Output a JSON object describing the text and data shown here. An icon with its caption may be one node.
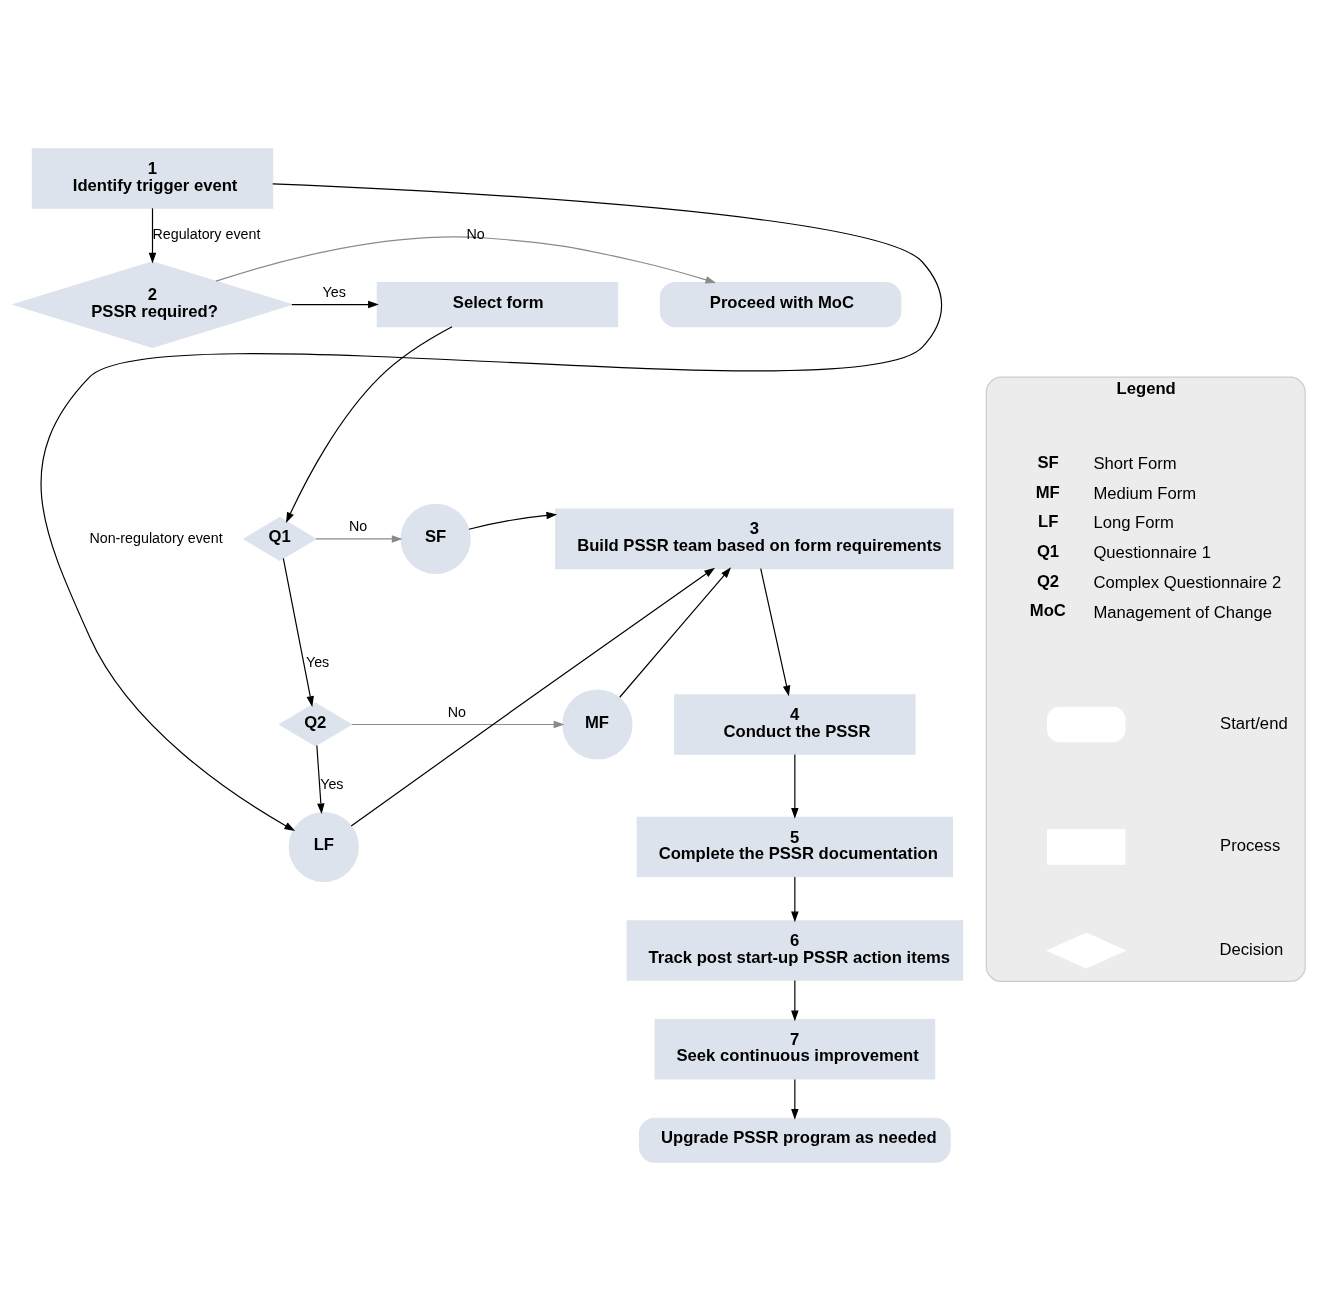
{
  "diagram": {
    "nodes": [
      {
        "text": [
          "1",
          "Identify trigger event"
        ]
      },
      {
        "text": [
          "2",
          "PSSR required?"
        ]
      },
      {
        "text": [
          "Proceed with MoC"
        ]
      },
      {
        "text": [
          "Select form"
        ]
      },
      {
        "text": [
          "Q1"
        ]
      },
      {
        "text": [
          "SF"
        ]
      },
      {
        "text": [
          "Q2"
        ]
      },
      {
        "text": [
          "MF"
        ]
      },
      {
        "text": [
          "LF"
        ]
      },
      {
        "text": [
          "3",
          "Build PSSR team based on form requirements"
        ]
      },
      {
        "text": [
          "4",
          "Conduct the PSSR"
        ]
      },
      {
        "text": [
          "5",
          "Complete the PSSR documentation"
        ]
      },
      {
        "text": [
          "6",
          "Track post start-up PSSR action items"
        ]
      },
      {
        "text": [
          "7",
          "Seek continuous improvement"
        ]
      },
      {
        "text": [
          "Upgrade PSSR program as needed"
        ]
      },
      {
        "text": [
          "Legend"
        ]
      },
      {
        "text": [],
        "shape": "box",
        "in": 15
      },
      {
        "text": [],
        "shape": "box",
        "in": 15
      },
      {
        "text": [],
        "shape": "diamond",
        "in": 15
      }
    ],
    "edges": [
      {
        "from": 0,
        "to": 1,
        "arrow": "to",
        "label": "Regulatory event"
      },
      {
        "from": 0,
        "to": 8,
        "arrow": "to",
        "label": "Non-regulatory event"
      },
      {
        "from": 1,
        "to": 2,
        "arrow": "to",
        "label": "No",
        "color": "#8a8a8a"
      },
      {
        "from": 1,
        "to": 3,
        "arrow": "to",
        "label": "Yes"
      },
      {
        "from": 3,
        "to": 4,
        "arrow": "to"
      },
      {
        "from": 4,
        "to": 5,
        "arrow": "to",
        "label": "No",
        "color": "#8a8a8a"
      },
      {
        "from": 4,
        "to": 6,
        "arrow": "to",
        "label": "Yes"
      },
      {
        "from": 6,
        "to": 7,
        "arrow": "to",
        "label": "No",
        "color": "#8a8a8a"
      },
      {
        "from": 6,
        "to": 8,
        "arrow": "to",
        "label": "Yes"
      },
      {
        "from": 5,
        "to": 9,
        "arrow": "to"
      },
      {
        "from": 7,
        "to": 9,
        "arrow": "to"
      },
      {
        "from": 8,
        "to": 9,
        "arrow": "to"
      },
      {
        "from": 9,
        "to": 10,
        "arrow": "to"
      },
      {
        "from": 10,
        "to": 11,
        "arrow": "to"
      },
      {
        "from": 11,
        "to": 12,
        "arrow": "to"
      },
      {
        "from": 12,
        "to": 13,
        "arrow": "to"
      },
      {
        "from": 13,
        "to": 14,
        "arrow": "to"
      }
    ],
    "labels": [
      "SF",
      "Short Form",
      "MF",
      "Medium Form",
      "LF",
      "Long Form",
      "Q1",
      "Questionnaire 1",
      "Q2",
      "Complex Questionnaire 2",
      "MoC",
      "Management of Change"
    ],
    "legend": [
      {
        "text": "Start/end"
      },
      {
        "text": "Process"
      },
      {
        "text": "Decision"
      }
    ]
  }
}
